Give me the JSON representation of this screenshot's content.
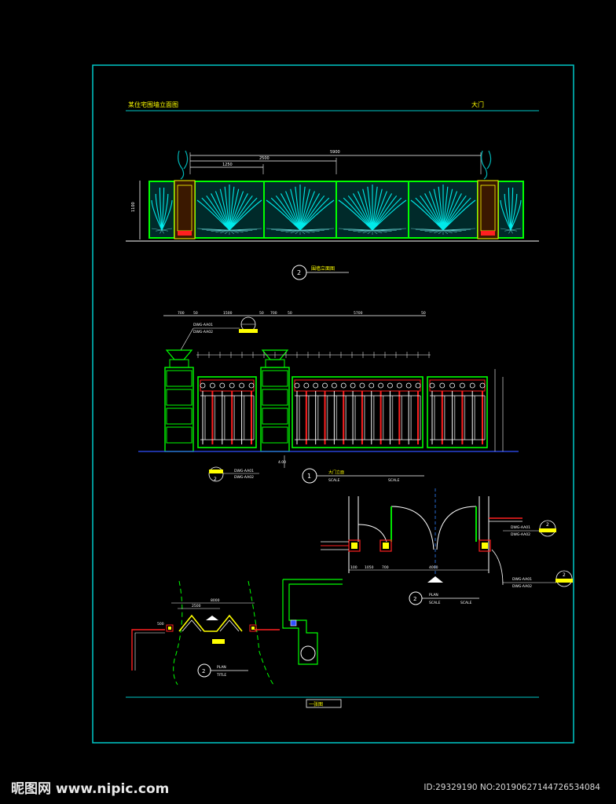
{
  "sheet": {
    "title_left": "某住宅围墙立面图",
    "title_right": "大门",
    "footer_label": "一张图"
  },
  "colors": {
    "frame": "#00c8c8",
    "dim": "#ffffff",
    "green": "#00ff00",
    "cyan": "#00ffff",
    "red": "#ff2020",
    "yellow": "#ffff00",
    "blue": "#3050ff"
  },
  "elevation1": {
    "dim_total": "5900",
    "dim_mid": "2500",
    "dim_left": "1250",
    "dim_height": "1100",
    "tag_number": "2",
    "tag_label": "围墙立面图"
  },
  "elevation2": {
    "dims_top": [
      "700",
      "50",
      "1500",
      "50",
      "700",
      "50",
      "5700",
      "50"
    ],
    "callout_a1": "DWG-AA01",
    "callout_a2": "DWG-AA02",
    "dim_bottom": "4.00",
    "tag_number": "1",
    "tag_title": "大门立面",
    "tag_scale": "SCALE",
    "tag_scale2": "SCALE",
    "callout_b1": "DWG-AA01",
    "callout_b2": "DWG-AA02",
    "callout_b_no": "2"
  },
  "plan": {
    "dims_bottom": [
      "100",
      "1050",
      "700",
      "4000"
    ],
    "tag_number": "2",
    "tag_title": "PLAN",
    "tag_scale": "SCALE",
    "tag_scale2": "SCALE",
    "callout_r1": "DWG-AA01",
    "callout_r2": "DWG-AA02",
    "callout_r_no": "2",
    "callout_r3": "DWG-AA01",
    "callout_r4": "DWG-AA02",
    "callout_r2_no": "2"
  },
  "detail": {
    "dim_top": "8000",
    "dim_inner": "2500",
    "dim_side": "500",
    "tag_number": "2",
    "tag_title": "PLAN",
    "tag_sub": "TITLE"
  },
  "watermark": {
    "logo": "昵图网 www.nipic.com",
    "id": "ID:29329190 NO:20190627144726534084"
  }
}
